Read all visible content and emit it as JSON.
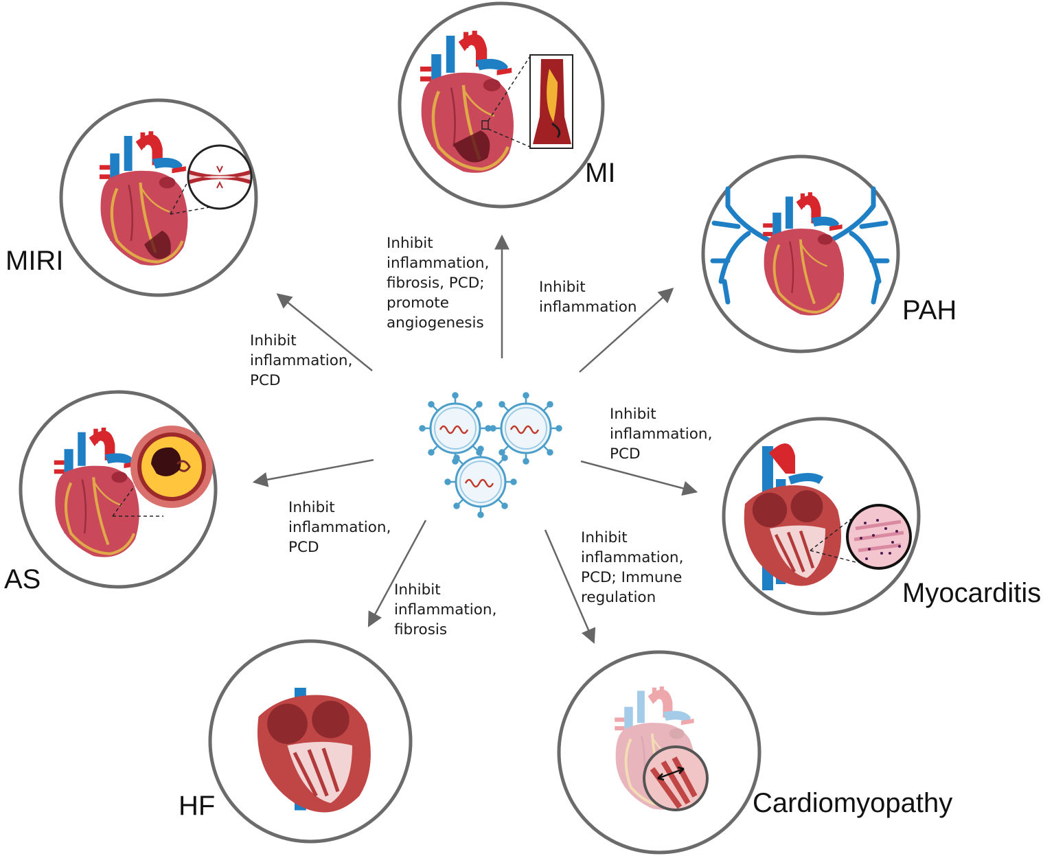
{
  "diseases": {
    "mi": "MI",
    "miri": "MIRI",
    "pah": "PAH",
    "as": "AS",
    "myocarditis": "Myocarditis",
    "hf": "HF",
    "cardiomyopathy": "Cardiomyopathy"
  },
  "effects": {
    "mi": [
      "Inhibit",
      "inflammation,",
      "fibrosis, PCD;",
      "promote",
      "angiogenesis"
    ],
    "miri": [
      "Inhibit",
      "inflammation,",
      "PCD"
    ],
    "pah": [
      "Inhibit",
      "inflammation"
    ],
    "as": [
      "Inhibit",
      "inflammation,",
      "PCD"
    ],
    "myocarditis": [
      "Inhibit",
      "inflammation,",
      "PCD"
    ],
    "hf": [
      "Inhibit",
      "inflammation,",
      "fibrosis"
    ],
    "cardiomyopathy": [
      "Inhibit",
      "inflammation,",
      "PCD; Immune",
      "regulation"
    ]
  },
  "colors": {
    "circle_border": "#6b6b6b",
    "arrow": "#666666",
    "vessel_red": "#d7262c",
    "vessel_blue": "#1f7fc4",
    "heart_body": "#c9485a",
    "vesicle_outline": "#4a9ec9",
    "rna": "#c0392b"
  }
}
